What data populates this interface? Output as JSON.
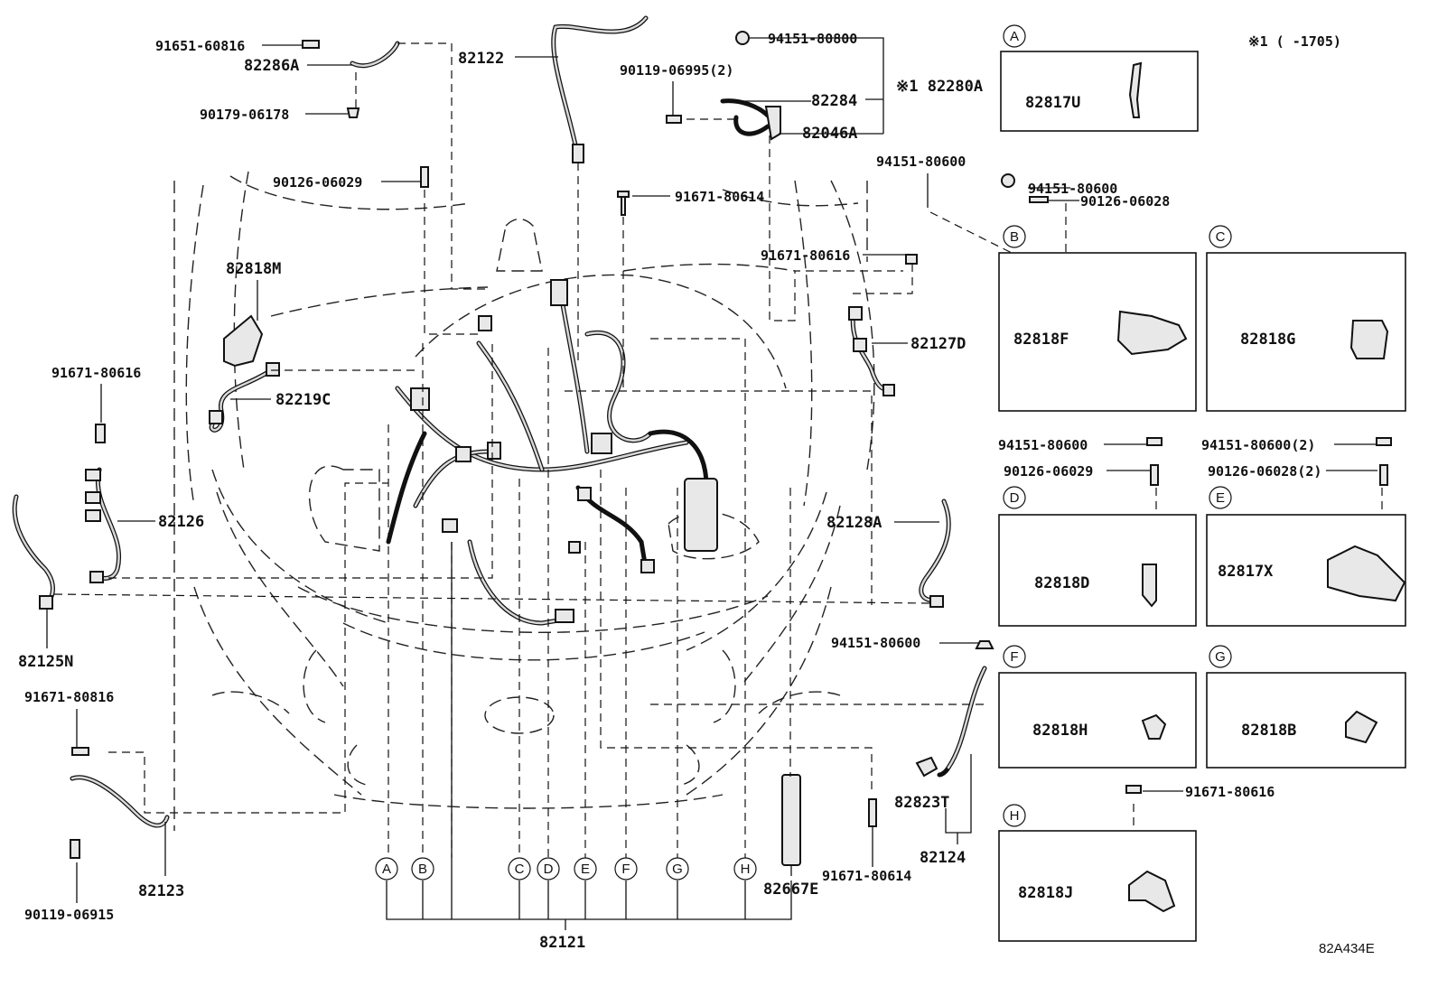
{
  "diagram_id": "82A434E",
  "note": "※1 (      -1705)",
  "parts": {
    "p91651_60816": "91651-60816",
    "p82286A": "82286A",
    "p90179_06178": "90179-06178",
    "p82122": "82122",
    "p94151_80800": "94151-80800",
    "p90119_06995": "90119-06995(2)",
    "p82284": "82284",
    "p82280A": "※1 82280A",
    "p82046A": "82046A",
    "p90126_06029_top": "90126-06029",
    "p91671_80614_top": "91671-80614",
    "p94151_80600_a": "94151-80600",
    "p91671_80616_mid": "91671-80616",
    "p82818M": "82818M",
    "p82127D": "82127D",
    "p91671_80616_left": "91671-80616",
    "p82219C": "82219C",
    "p82126": "82126",
    "p82128A": "82128A",
    "p82125N": "82125N",
    "p94151_80600_f": "94151-80600",
    "p91671_80816": "91671-80816",
    "p82123": "82123",
    "p90119_06915": "90119-06915",
    "p82823T": "82823T",
    "p82124": "82124",
    "p91671_80614_bot": "91671-80614",
    "p82667E": "82667E",
    "p82121": "82121",
    "p94151_80600_b": "94151-80600",
    "p90126_06028_b": "90126-06028",
    "p94151_80600_d": "94151-80600",
    "p90126_06029_d": "90126-06029",
    "p94151_80600_e": "94151-80600(2)",
    "p90126_06028_e": "90126-06028(2)",
    "p91671_80616_h": "91671-80616"
  },
  "boxes": {
    "A": {
      "letter": "A",
      "part": "82817U"
    },
    "B": {
      "letter": "B",
      "part": "82818F"
    },
    "C": {
      "letter": "C",
      "part": "82818G"
    },
    "D": {
      "letter": "D",
      "part": "82818D"
    },
    "E": {
      "letter": "E",
      "part": "82817X"
    },
    "F": {
      "letter": "F",
      "part": "82818H"
    },
    "G": {
      "letter": "G",
      "part": "82818B"
    },
    "H": {
      "letter": "H",
      "part": "82818J"
    }
  },
  "callouts": [
    "A",
    "B",
    "C",
    "D",
    "E",
    "F",
    "G",
    "H"
  ]
}
